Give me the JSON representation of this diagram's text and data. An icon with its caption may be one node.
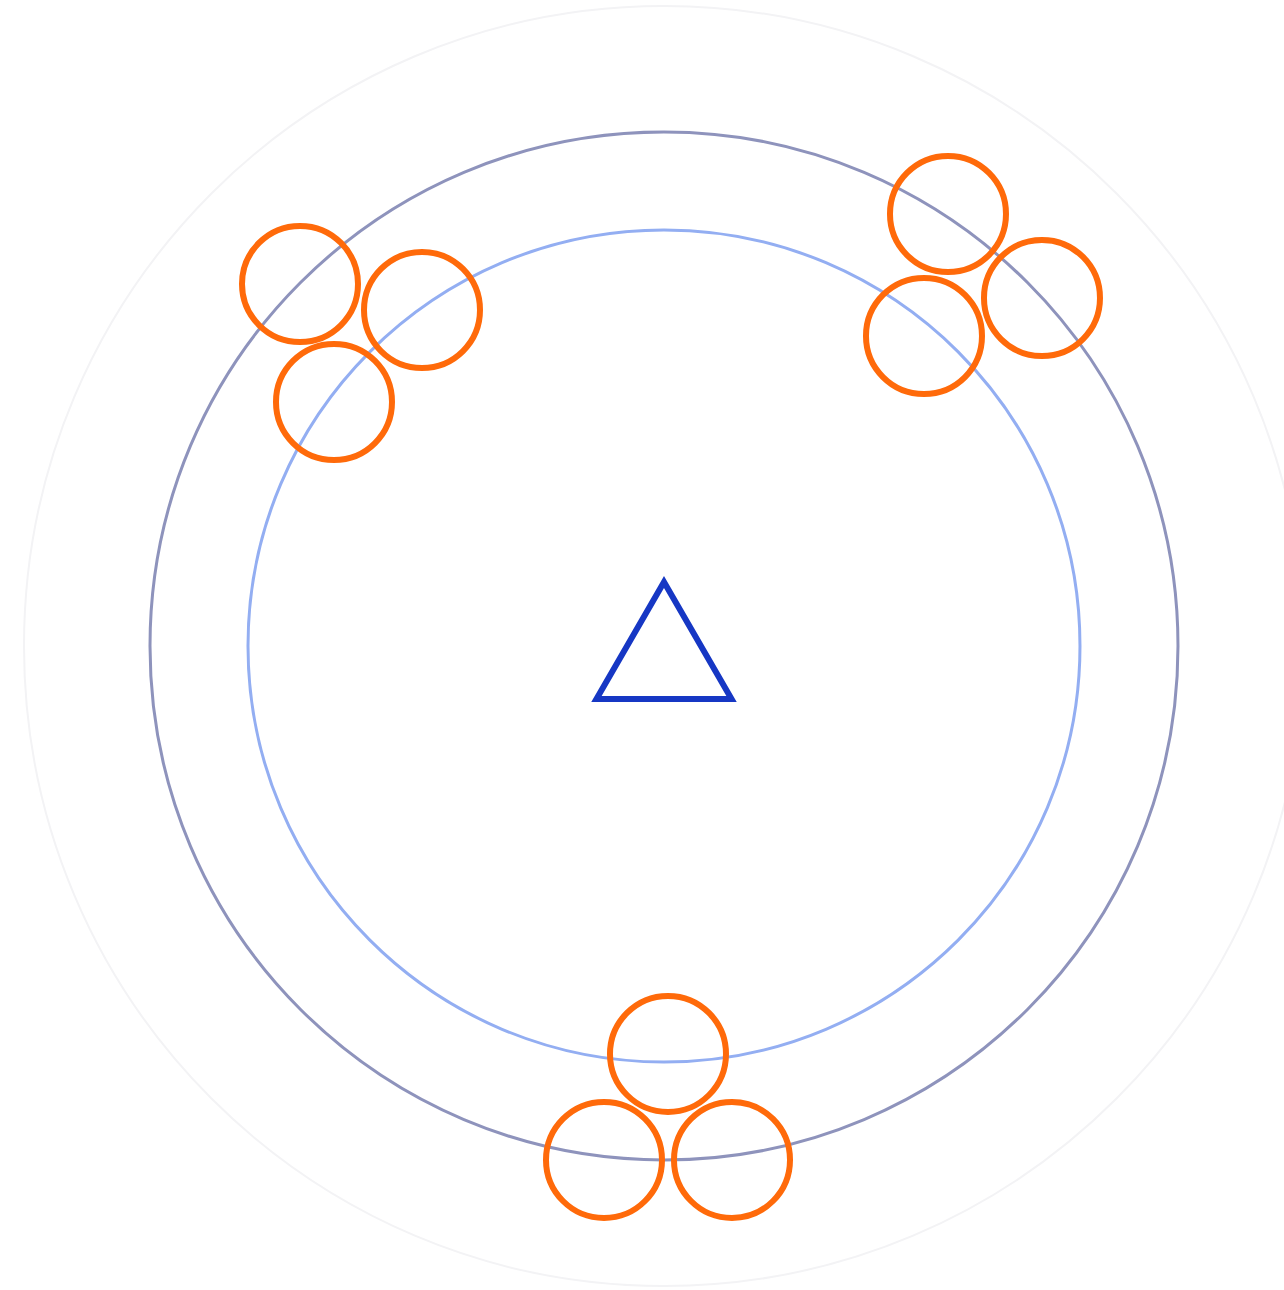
{
  "diagram": {
    "nodes": [
      {
        "text": [],
        "shape": "circle"
      },
      {
        "text": [],
        "shape": "circle"
      },
      {
        "text": [],
        "shape": "circle"
      },
      {
        "text": [],
        "shape": "circle"
      },
      {
        "text": [],
        "shape": "circle"
      },
      {
        "text": [],
        "shape": "circle"
      },
      {
        "text": [],
        "shape": "triangle"
      },
      {
        "text": [],
        "shape": "circle"
      },
      {
        "text": [],
        "shape": "circle"
      },
      {
        "text": [],
        "shape": "circle"
      }
    ]
  }
}
